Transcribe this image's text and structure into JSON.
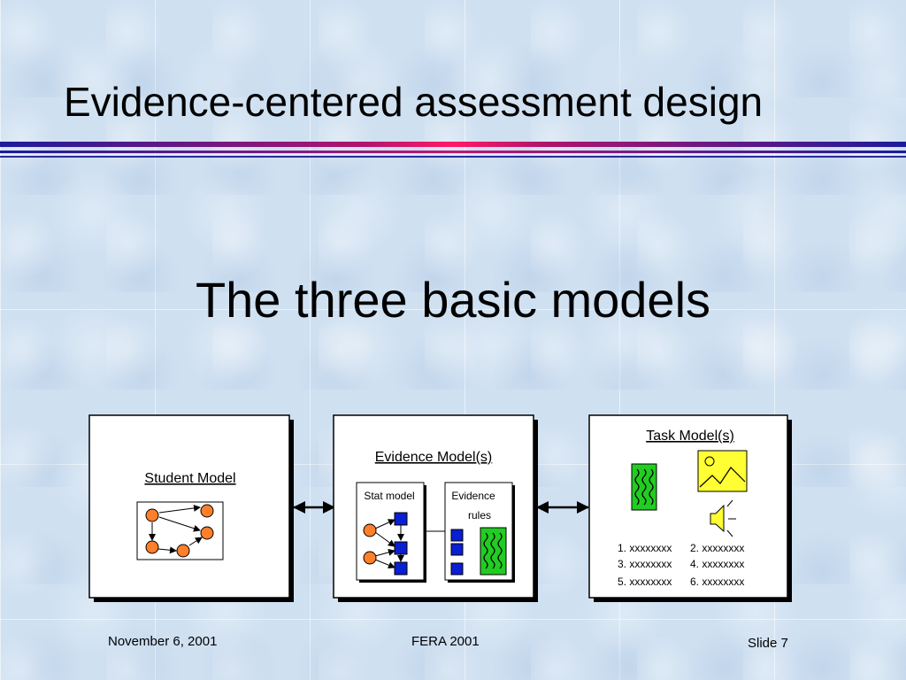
{
  "slide": {
    "title": "Evidence-centered assessment design",
    "subtitle": "The three basic models"
  },
  "diagram": {
    "student_model": {
      "label": "Student Model"
    },
    "evidence_model": {
      "label": "Evidence Model(s)",
      "stat_model_label": "Stat model",
      "evidence_rules_line1": "Evidence",
      "evidence_rules_line2": "rules"
    },
    "task_model": {
      "label": "Task Model(s)",
      "items": [
        "1. xxxxxxxx",
        "2. xxxxxxxx",
        "3. xxxxxxxx",
        "4. xxxxxxxx",
        "5. xxxxxxxx",
        "6. xxxxxxxx"
      ]
    },
    "colors": {
      "node_orange": "#ff7f2a",
      "node_blue": "#0a1ed2",
      "green_doc": "#22cc22",
      "yellow_picture": "#ffff33"
    }
  },
  "footer": {
    "date": "November 6, 2001",
    "event": "FERA 2001",
    "slide_number": "Slide 7"
  }
}
